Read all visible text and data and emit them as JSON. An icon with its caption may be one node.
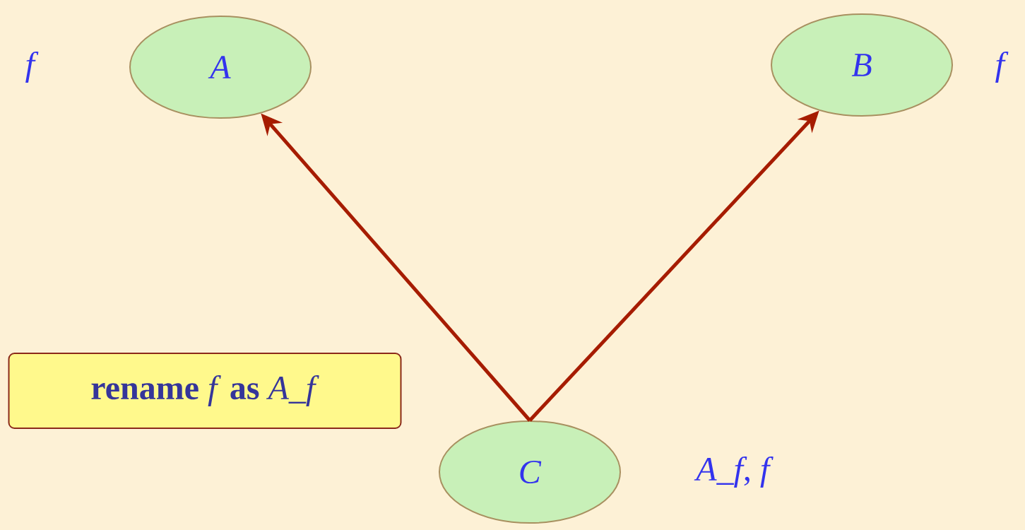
{
  "diagram": {
    "nodes": [
      {
        "text": [
          "*A*"
        ],
        "beside": [
          "*f*"
        ]
      },
      {
        "text": [
          "*B*"
        ],
        "beside": [
          "*f*"
        ]
      },
      {
        "text": [
          "*C*"
        ],
        "beside": [
          "*A_f*, *f*"
        ]
      },
      {
        "text": [
          "**rename** *f* **as** *A_f*"
        ]
      }
    ],
    "edges": [
      {
        "from": 2,
        "to": 0,
        "arrow": "to"
      },
      {
        "from": 2,
        "to": 1,
        "arrow": "to"
      }
    ]
  }
}
